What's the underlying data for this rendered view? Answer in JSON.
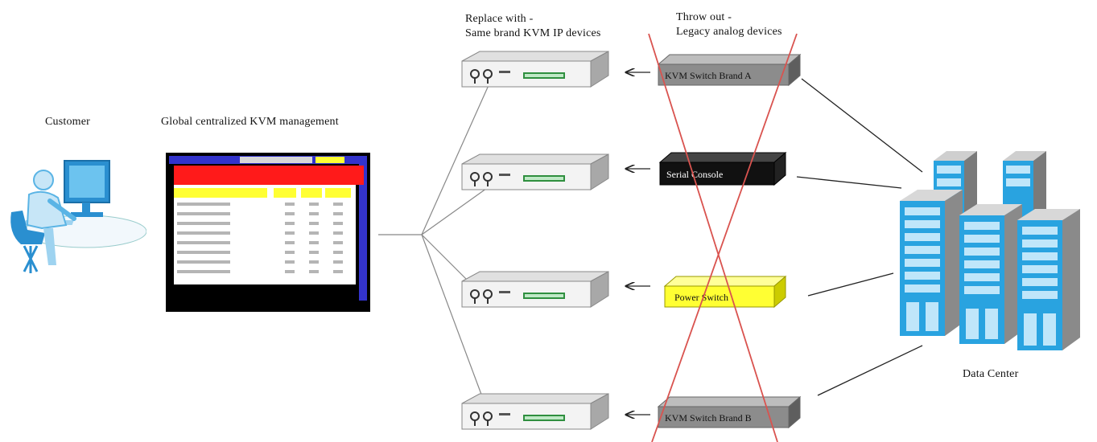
{
  "labels": {
    "customer": "Customer",
    "global_mgmt": "Global centralized KVM management",
    "replace_line1": "Replace with -",
    "replace_line2": "Same brand KVM IP devices",
    "throw_line1": "Throw out -",
    "throw_line2": "Legacy analog devices",
    "data_center": "Data Center"
  },
  "legacy_devices": [
    {
      "label": "KVM Switch Brand A",
      "color": "#8c8c8c",
      "text_color": "#111111"
    },
    {
      "label": "Serial Console",
      "color": "#111111",
      "text_color": "#ffffff"
    },
    {
      "label": "Power Switch",
      "color": "#ffff33",
      "text_color": "#111111"
    },
    {
      "label": "KVM Switch Brand B",
      "color": "#8c8c8c",
      "text_color": "#111111"
    }
  ],
  "colors": {
    "cross": "#d9534f",
    "server_blue": "#29a3e0",
    "server_gray": "#9a9a9a",
    "screen_red": "#ff1a1a",
    "screen_yellow": "#ffff33",
    "screen_blue": "#3333cc",
    "person_blue": "#5ab4e5"
  },
  "icons": [
    "customer-workstation-icon",
    "kvm-ip-device-icon",
    "server-rack-icon"
  ]
}
